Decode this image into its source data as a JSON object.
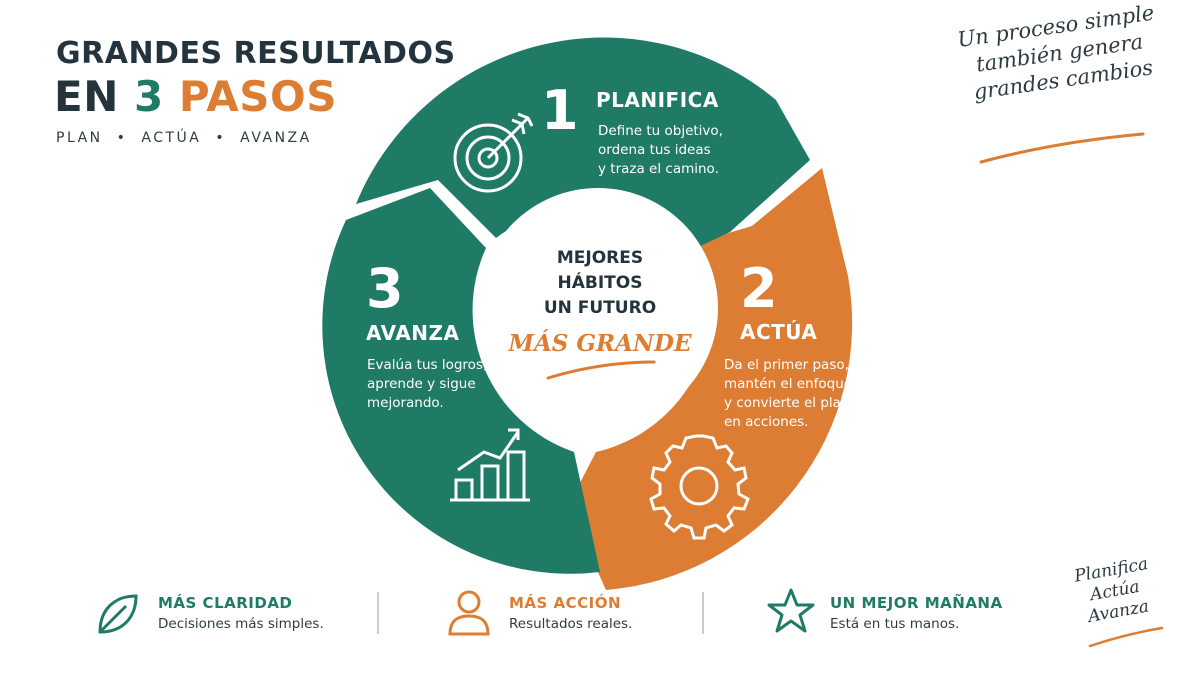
{
  "header": {
    "title_line1": "GRANDES RESULTADOS",
    "title_en": "EN",
    "title_num": "3",
    "title_pasos": "PASOS",
    "subnav": [
      "PLAN",
      "ACTÚA",
      "AVANZA"
    ],
    "separator": "•"
  },
  "quote": {
    "line1": "Un proceso simple",
    "line2": "también genera",
    "line3": "grandes cambios"
  },
  "steps": [
    {
      "number": "1",
      "title": "PLANIFICA",
      "desc_lines": [
        "Define tu objetivo,",
        "ordena tus ideas",
        "y traza el camino."
      ],
      "icon": "target-icon"
    },
    {
      "number": "2",
      "title": "ACTÚA",
      "desc_lines": [
        "Da el primer paso,",
        "mantén el enfoque",
        "y convierte el plan",
        "en acciones."
      ],
      "icon": "gear-icon"
    },
    {
      "number": "3",
      "title": "AVANZA",
      "desc_lines": [
        "Evalúa tus logros,",
        "aprende y sigue",
        "mejorando."
      ],
      "icon": "growth-chart-icon"
    }
  ],
  "center": {
    "line1": "MEJORES",
    "line2": "HÁBITOS",
    "line3": "UN FUTURO",
    "accent": "MÁS GRANDE"
  },
  "features": [
    {
      "title": "MÁS CLARIDAD",
      "desc": "Decisiones más simples.",
      "icon": "leaf-icon",
      "color": "#1f7a66"
    },
    {
      "title": "MÁS ACCIÓN",
      "desc": "Resultados reales.",
      "icon": "person-icon",
      "color": "#dd7d34"
    },
    {
      "title": "UN MEJOR MAÑANA",
      "desc": "Está en tus manos.",
      "icon": "star-icon",
      "color": "#1f7a66"
    }
  ],
  "corner": {
    "line1": "Planifica",
    "line2": "Actúa",
    "line3": "Avanza"
  },
  "colors": {
    "teal": "#1f7a66",
    "orange": "#dd7d34",
    "dark": "#23343d"
  }
}
